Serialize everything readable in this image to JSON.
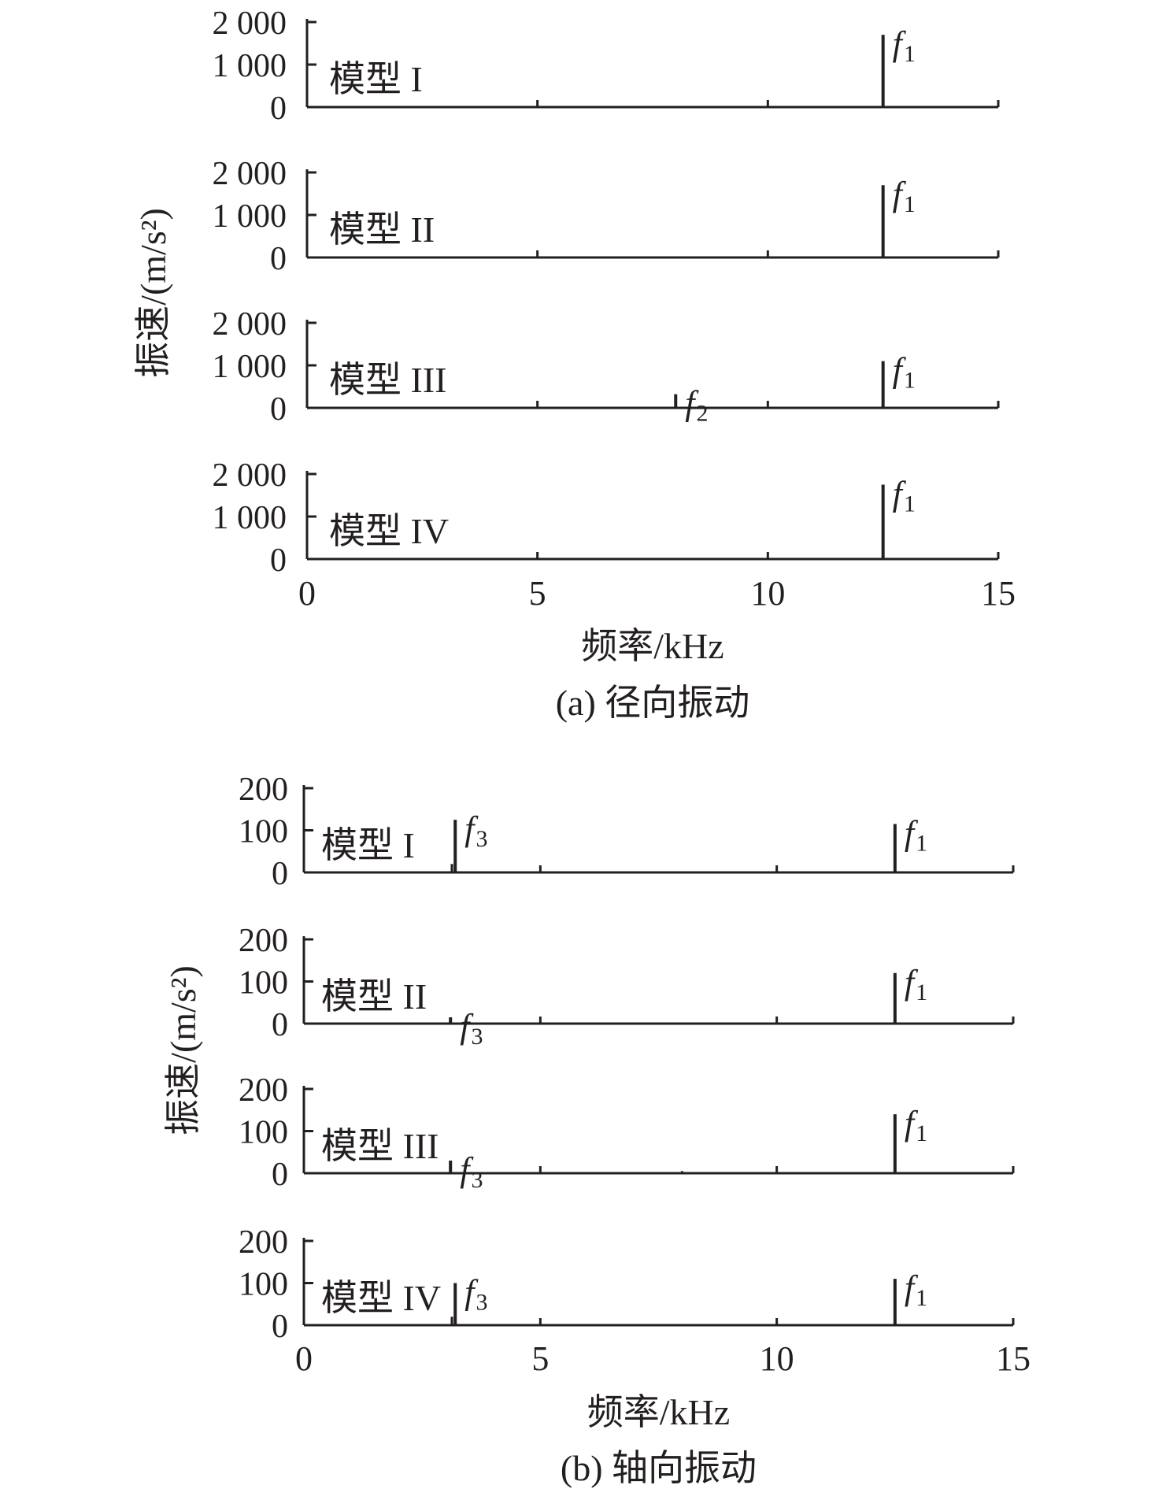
{
  "chart_data": [
    {
      "type": "line",
      "caption": "(a) 径向振动",
      "xlabel": "频率/kHz",
      "ylabel": "振速/(m/s²)",
      "xlim": [
        0,
        15
      ],
      "x_ticks": [
        "0",
        "5",
        "10",
        "15"
      ],
      "ylim": [
        0,
        2000
      ],
      "y_ticks": [
        "0",
        "1 000",
        "2 000"
      ],
      "grid": false,
      "series": [
        {
          "name": "模型 I",
          "peaks": [
            {
              "label": "f1",
              "label_base": "f",
              "label_sub": "1",
              "x": 12.5,
              "y": 1700
            }
          ],
          "minor": [
            {
              "x": 3.2,
              "y": 20
            }
          ]
        },
        {
          "name": "模型 II",
          "peaks": [
            {
              "label": "f1",
              "label_base": "f",
              "label_sub": "1",
              "x": 12.5,
              "y": 1700
            }
          ],
          "minor": []
        },
        {
          "name": "模型 III",
          "peaks": [
            {
              "label": "f2",
              "label_base": "f",
              "label_sub": "2",
              "x": 8.0,
              "y": 320
            },
            {
              "label": "f1",
              "label_base": "f",
              "label_sub": "1",
              "x": 12.5,
              "y": 1100
            }
          ],
          "minor": []
        },
        {
          "name": "模型 IV",
          "peaks": [
            {
              "label": "f1",
              "label_base": "f",
              "label_sub": "1",
              "x": 12.5,
              "y": 1750
            }
          ],
          "minor": []
        }
      ]
    },
    {
      "type": "line",
      "caption": "(b) 轴向振动",
      "xlabel": "频率/kHz",
      "ylabel": "振速/(m/s²)",
      "xlim": [
        0,
        15
      ],
      "x_ticks": [
        "0",
        "5",
        "10",
        "15"
      ],
      "ylim": [
        0,
        200
      ],
      "y_ticks": [
        "0",
        "100",
        "200"
      ],
      "grid": false,
      "series": [
        {
          "name": "模型 I",
          "peaks": [
            {
              "label": "f3",
              "label_base": "f",
              "label_sub": "3",
              "x": 3.2,
              "y": 125
            },
            {
              "label": "f1",
              "label_base": "f",
              "label_sub": "1",
              "x": 12.5,
              "y": 115
            }
          ],
          "minor": [
            {
              "x": 3.13,
              "y": 20
            }
          ]
        },
        {
          "name": "模型 II",
          "peaks": [
            {
              "label": "f3",
              "label_base": "f",
              "label_sub": "3",
              "x": 3.1,
              "y": 15
            },
            {
              "label": "f1",
              "label_base": "f",
              "label_sub": "1",
              "x": 12.5,
              "y": 120
            }
          ],
          "minor": []
        },
        {
          "name": "模型 III",
          "peaks": [
            {
              "label": "f3",
              "label_base": "f",
              "label_sub": "3",
              "x": 3.1,
              "y": 30
            },
            {
              "label": "f1",
              "label_base": "f",
              "label_sub": "1",
              "x": 12.5,
              "y": 140
            }
          ],
          "minor": [
            {
              "x": 8.0,
              "y": 5
            }
          ]
        },
        {
          "name": "模型 IV",
          "peaks": [
            {
              "label": "f3",
              "label_base": "f",
              "label_sub": "3",
              "x": 3.2,
              "y": 100
            },
            {
              "label": "f1",
              "label_base": "f",
              "label_sub": "1",
              "x": 12.5,
              "y": 110
            }
          ],
          "minor": [
            {
              "x": 3.13,
              "y": 20
            }
          ]
        }
      ]
    }
  ]
}
